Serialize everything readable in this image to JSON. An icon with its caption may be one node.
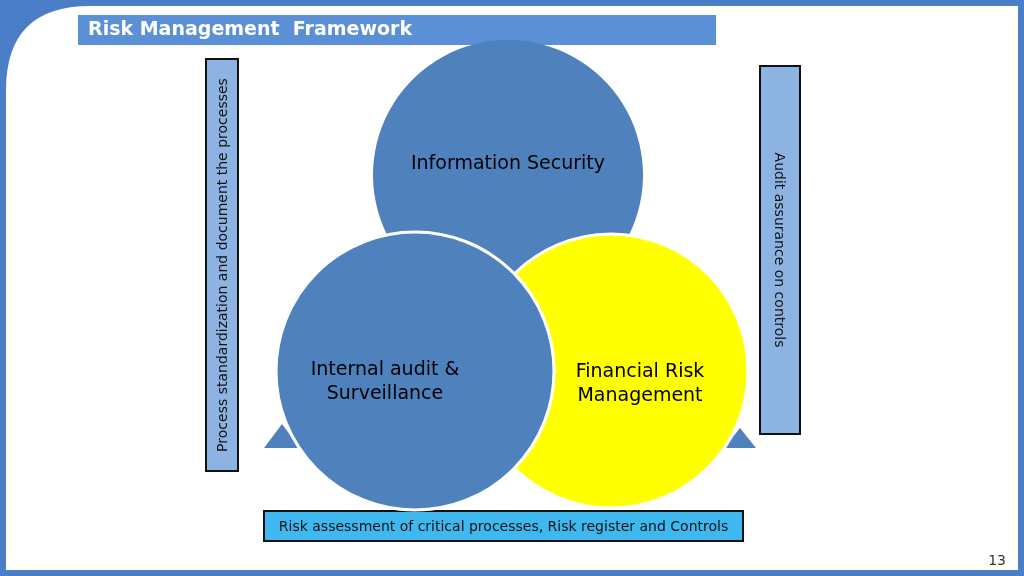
{
  "diagram": {
    "title": "Risk Management  Framework",
    "nodes": [
      {
        "text": [
          "Information Security"
        ]
      },
      {
        "text": [
          "Internal audit & Surveillance"
        ]
      },
      {
        "text": [
          "Financial  Risk Management"
        ]
      },
      {
        "text": [
          "Process standardization and document the processes"
        ]
      },
      {
        "text": [
          "Audit assurance on controls"
        ]
      },
      {
        "text": [
          "Risk assessment of critical processes, Risk register and Controls"
        ]
      }
    ],
    "edges": [],
    "labels": [
      "13"
    ]
  }
}
